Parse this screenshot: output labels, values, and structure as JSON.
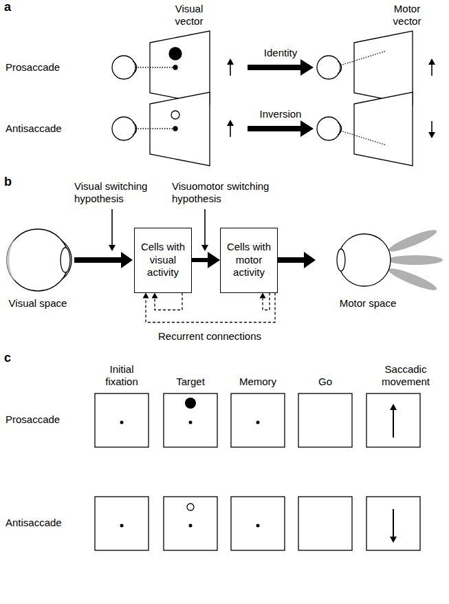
{
  "diagram": {
    "nodes": [
      {
        "text": [
          "Cells with visual activity"
        ]
      },
      {
        "text": [
          "Cells with motor activity"
        ]
      }
    ],
    "edges": [
      {
        "from": 0,
        "to": 1,
        "arrow": "to"
      },
      {
        "from": 1,
        "to": 0,
        "arrow": "to"
      },
      {
        "from": 0,
        "to": 0,
        "arrow": "to"
      },
      {
        "from": 1,
        "to": 1,
        "arrow": "to"
      }
    ],
    "labels": [
      "a",
      "Visual vector",
      "Motor vector",
      "Prosaccade",
      "Identity",
      "Antisaccade",
      "Inversion",
      "b",
      "Visual switching hypothesis",
      "Visuomotor switching hypothesis",
      "Visual space",
      "Motor space",
      "Recurrent connections",
      "c",
      "Initial fixation",
      "Target",
      "Memory",
      "Go",
      "Saccadic movement",
      "Prosaccade",
      "Antisaccade"
    ]
  }
}
